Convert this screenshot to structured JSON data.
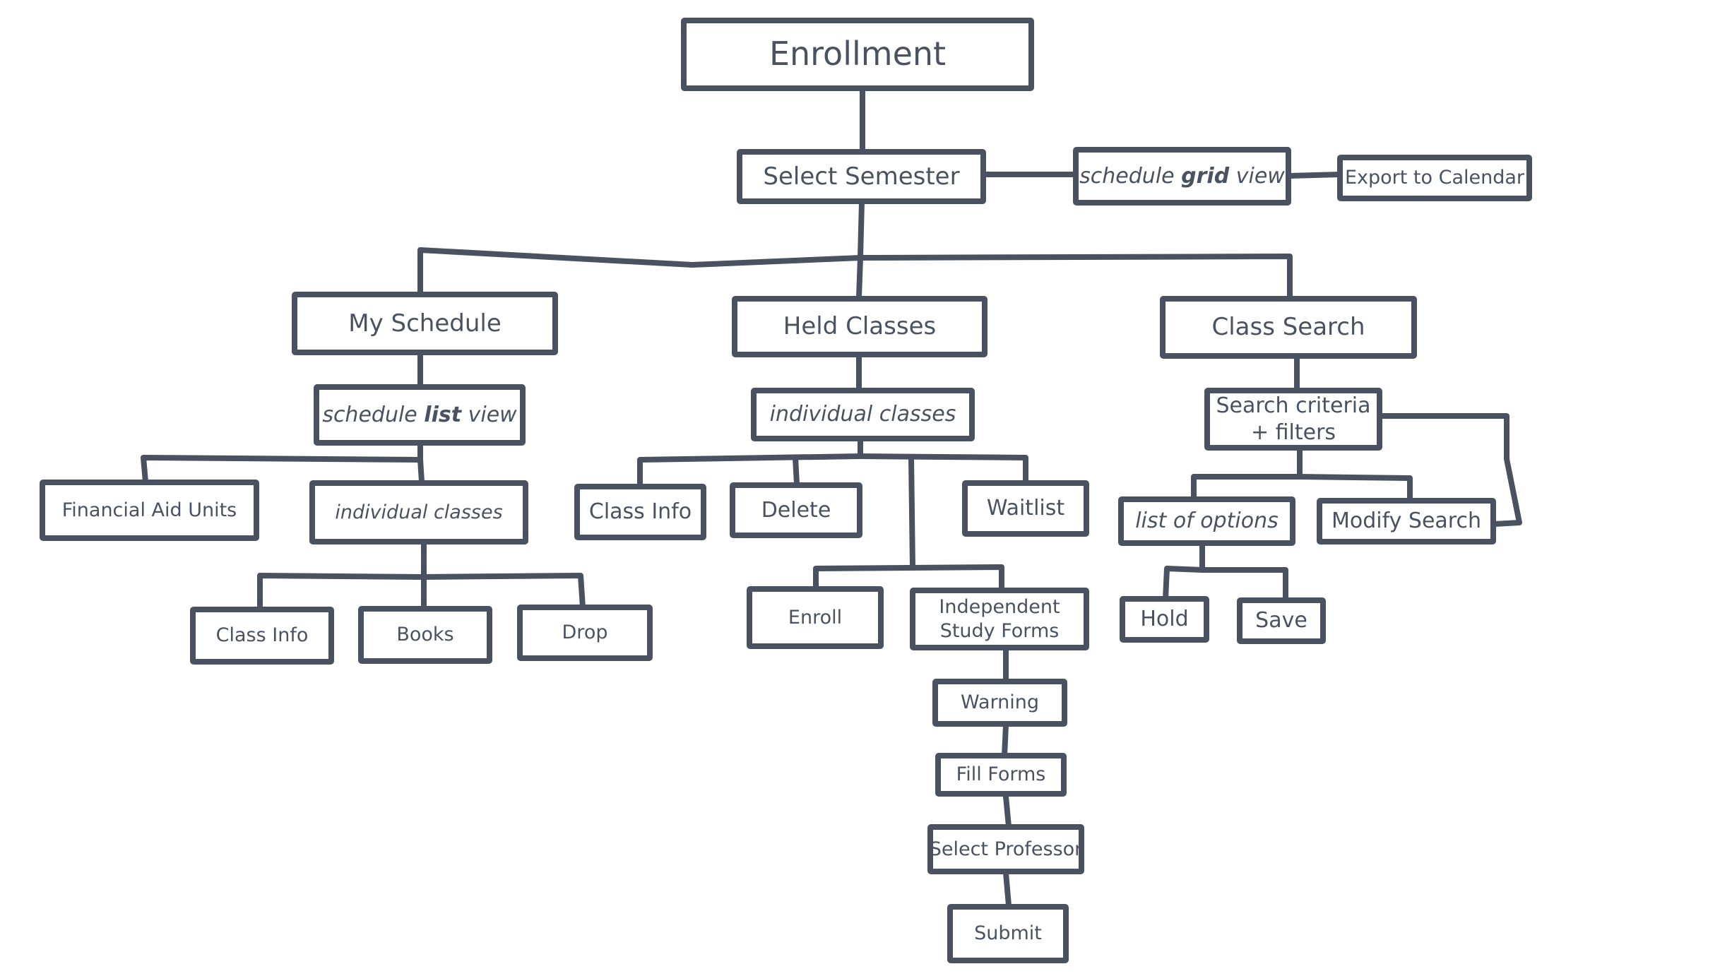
{
  "nodes": {
    "enrollment": "Enrollment",
    "select_semester": "Select Semester",
    "grid_view_pre": "schedule ",
    "grid_view_bold": "grid",
    "grid_view_post": " view",
    "export_calendar": "Export to Calendar",
    "my_schedule": "My Schedule",
    "held_classes": "Held Classes",
    "class_search": "Class Search",
    "list_view_pre": "schedule ",
    "list_view_bold": "list",
    "list_view_post": " view",
    "individual_classes_held": "individual classes",
    "search_criteria_line1": "Search criteria",
    "search_criteria_line2": "+ filters",
    "financial_aid_units": "Financial Aid Units",
    "individual_classes_schedule": "individual classes",
    "class_info_held": "Class Info",
    "delete": "Delete",
    "waitlist": "Waitlist",
    "list_of_options": "list of options",
    "modify_search": "Modify Search",
    "class_info_schedule": "Class Info",
    "books": "Books",
    "drop": "Drop",
    "enroll": "Enroll",
    "independent_study_line1": "Independent",
    "independent_study_line2": "Study Forms",
    "hold": "Hold",
    "save": "Save",
    "warning": "Warning",
    "fill_forms": "Fill Forms",
    "select_professor": "Select Professor",
    "submit": "Submit"
  },
  "colors": {
    "stroke": "#4a5261",
    "text": "#4a5261",
    "background": "#ffffff"
  }
}
